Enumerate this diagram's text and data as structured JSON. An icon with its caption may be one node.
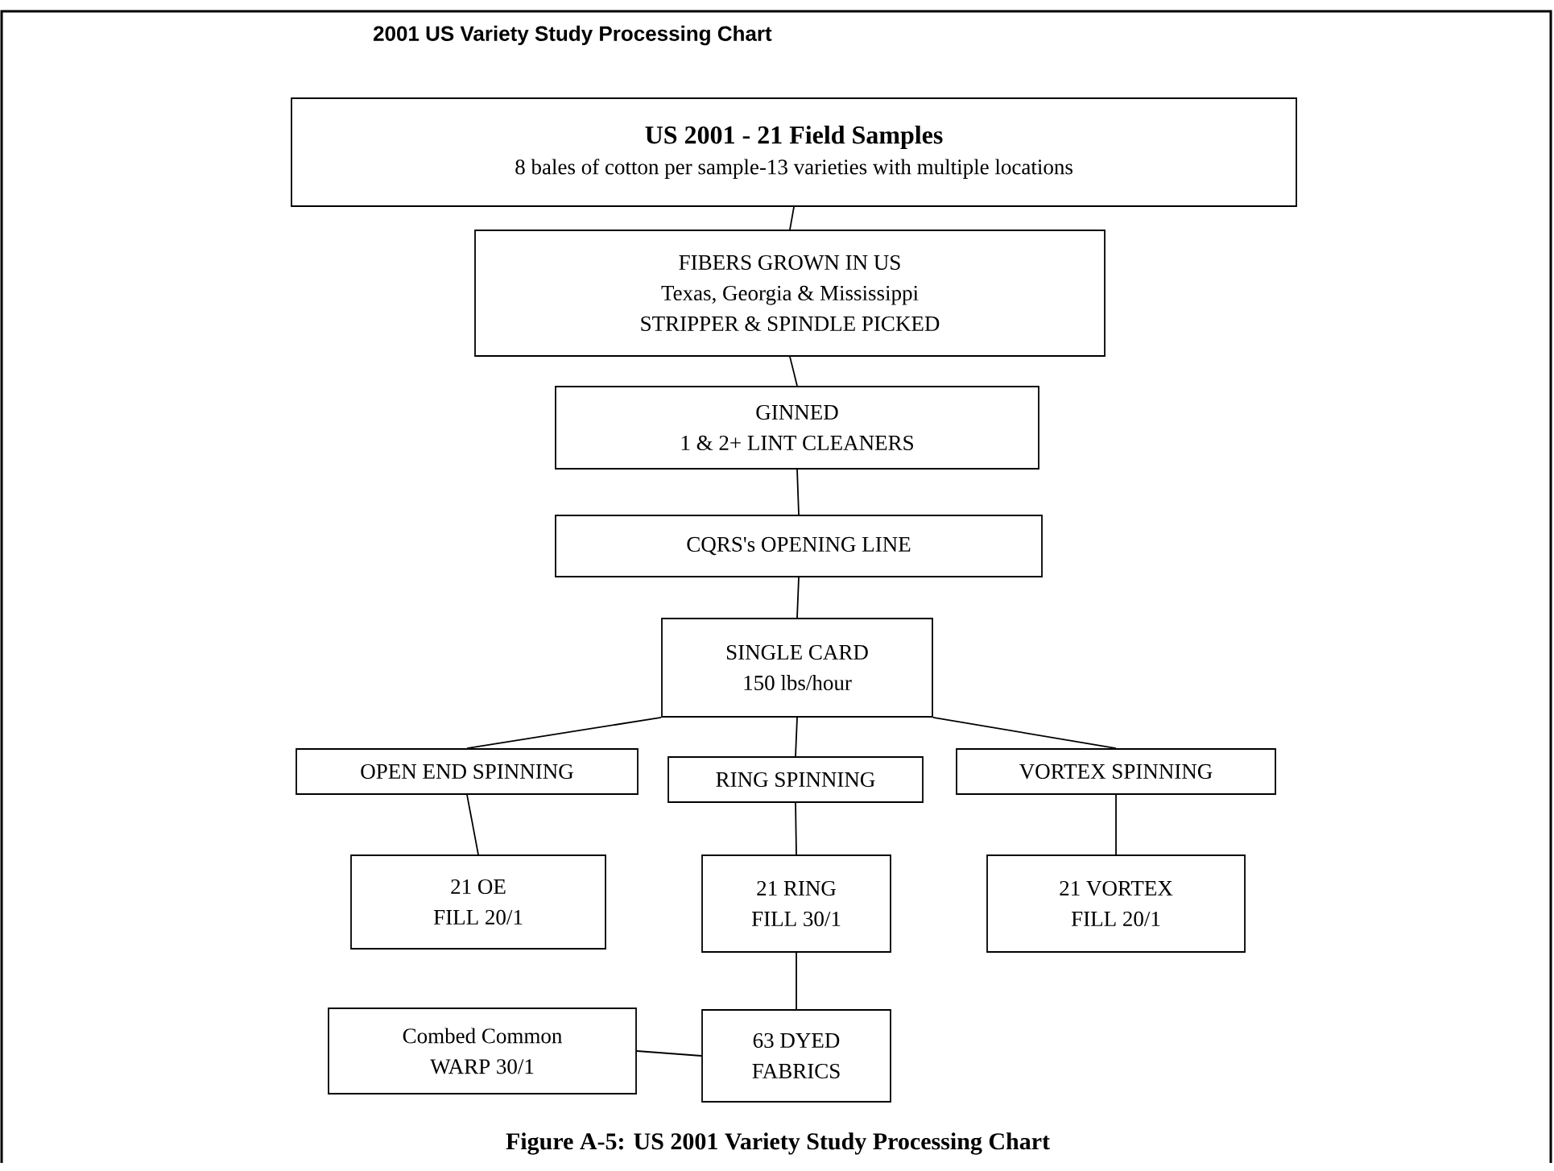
{
  "diagram": {
    "title": "2001 US  Variety Study  Processing Chart",
    "caption": "Figure A-5: US 2001 Variety Study Processing Chart",
    "nodes": [
      {
        "text": [
          "US 2001 - 21 Field Samples",
          "8 bales of cotton per sample-13 varieties with multiple locations"
        ]
      },
      {
        "text": [
          "FIBERS GROWN  IN US",
          "Texas, Georgia & Mississippi",
          "STRIPPER & SPINDLE PICKED"
        ]
      },
      {
        "text": [
          "GINNED",
          "1 & 2+   LINT CLEANERS"
        ]
      },
      {
        "text": [
          "CQRS's OPENING LINE"
        ]
      },
      {
        "text": [
          "SINGLE CARD",
          "150 lbs/hour"
        ]
      },
      {
        "text": [
          "OPEN END SPINNING"
        ]
      },
      {
        "text": [
          "RING SPINNING"
        ]
      },
      {
        "text": [
          "VORTEX SPINNING"
        ]
      },
      {
        "text": [
          "21 OE",
          "FILL 20/1"
        ]
      },
      {
        "text": [
          "21 RING",
          "FILL 30/1"
        ]
      },
      {
        "text": [
          "21 VORTEX",
          "FILL 20/1"
        ]
      },
      {
        "text": [
          "Combed Common",
          "WARP 30/1"
        ]
      },
      {
        "text": [
          "63 DYED",
          "FABRICS"
        ]
      }
    ],
    "edges": [
      {
        "from": 0,
        "to": 1,
        "arrow": "none"
      },
      {
        "from": 1,
        "to": 2,
        "arrow": "none"
      },
      {
        "from": 2,
        "to": 3,
        "arrow": "none"
      },
      {
        "from": 3,
        "to": 4,
        "arrow": "none"
      },
      {
        "from": 4,
        "to": 5,
        "arrow": "none"
      },
      {
        "from": 4,
        "to": 6,
        "arrow": "none"
      },
      {
        "from": 4,
        "to": 7,
        "arrow": "none"
      },
      {
        "from": 5,
        "to": 8,
        "arrow": "none"
      },
      {
        "from": 6,
        "to": 9,
        "arrow": "none"
      },
      {
        "from": 7,
        "to": 10,
        "arrow": "none"
      },
      {
        "from": 9,
        "to": 12,
        "arrow": "none"
      },
      {
        "from": 11,
        "to": 12,
        "arrow": "none"
      }
    ]
  }
}
